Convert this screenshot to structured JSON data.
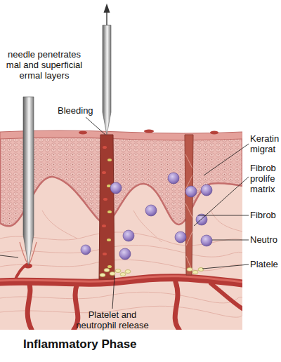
{
  "diagram": {
    "title": "Inflammatory Phase",
    "labels": [
      "needle penetrates mal and superficial ermal layers",
      "Bleeding",
      "Keratin migrat",
      "Fibrob prolife matrix",
      "Fibrob",
      "Neutro",
      "Platele",
      "Platelet and neutrophil release"
    ]
  }
}
